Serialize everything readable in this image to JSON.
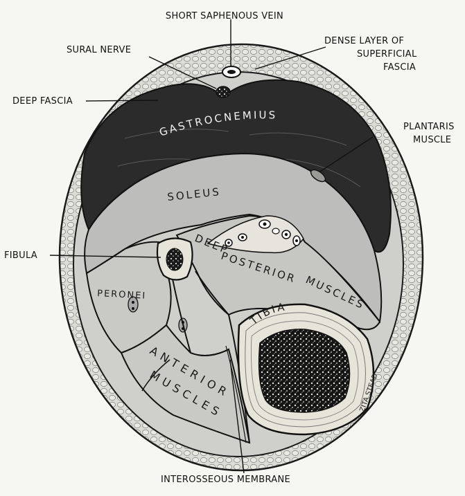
{
  "labels": {
    "short_saphenous_vein": "SHORT SAPHENOUS VEIN",
    "dense_layer_l1": "DENSE LAYER OF",
    "dense_layer_l2": "SUPERFICIAL",
    "dense_layer_l3": "FASCIA",
    "sural_nerve": "SURAL NERVE",
    "deep_fascia": "DEEP FASCIA",
    "plantaris_l1": "PLANTARIS",
    "plantaris_l2": "MUSCLE",
    "fibula": "FIBULA",
    "interosseous_membrane": "INTEROSSEOUS MEMBRANE"
  },
  "regions": {
    "gastrocnemius": "GASTROCNEMIUS",
    "soleus": "SOLEUS",
    "deep": "DEEP",
    "posterior": "POSTERIOR",
    "muscles": "MUSCLES",
    "peronei": "PERONEI",
    "tibia": "TIBIA",
    "anterior": "ANTERIOR",
    "anterior_muscles": "MUSCLES"
  },
  "signature": "ZITA.STEAD",
  "colors": {
    "background": "#f6f6f3",
    "skin_ring": "#d9d9d4",
    "gastrocnemius": "#2b2b2b",
    "soleus": "#bdbdbb",
    "compartments": "#c9c9c6",
    "tibia_cortex": "#e7e4da",
    "marrow": "#141414",
    "line": "#1a1a1a"
  }
}
